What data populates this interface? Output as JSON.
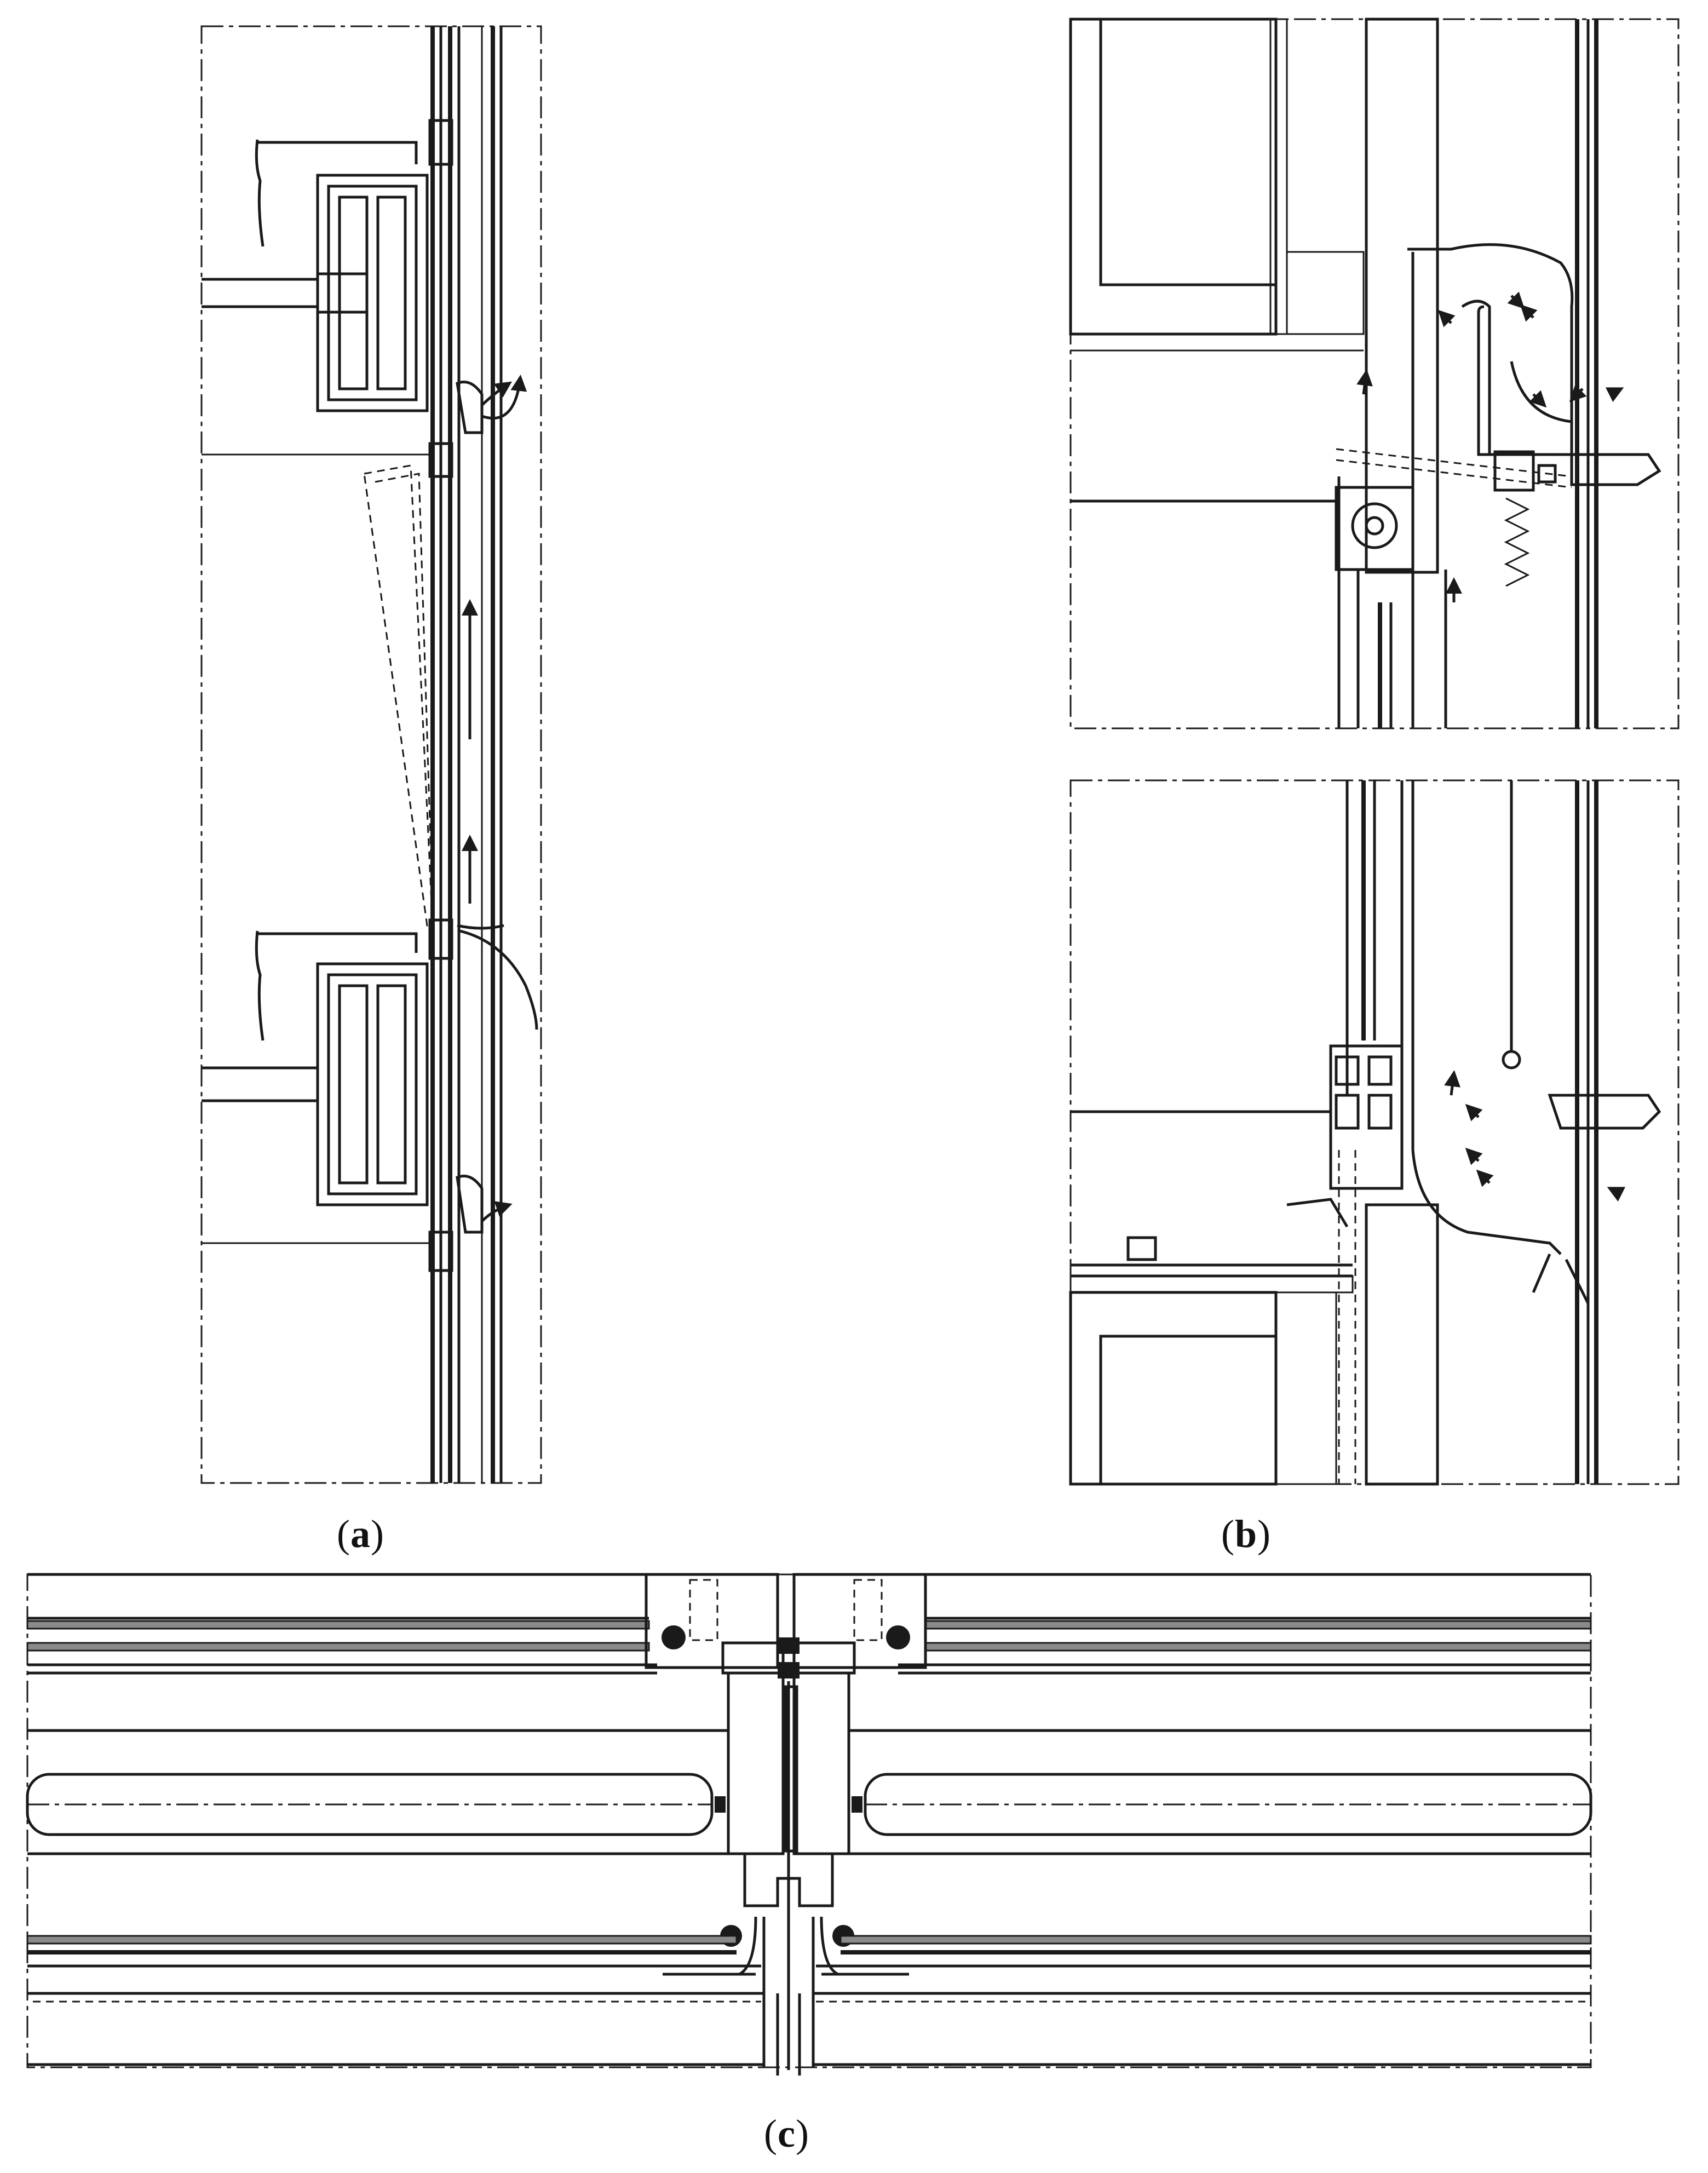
{
  "captions": {
    "a": {
      "open": "(",
      "letter": "a",
      "close": ")"
    },
    "b": {
      "open": "(",
      "letter": "b",
      "close": ")"
    },
    "c": {
      "open": "(",
      "letter": "c",
      "close": ")"
    }
  }
}
